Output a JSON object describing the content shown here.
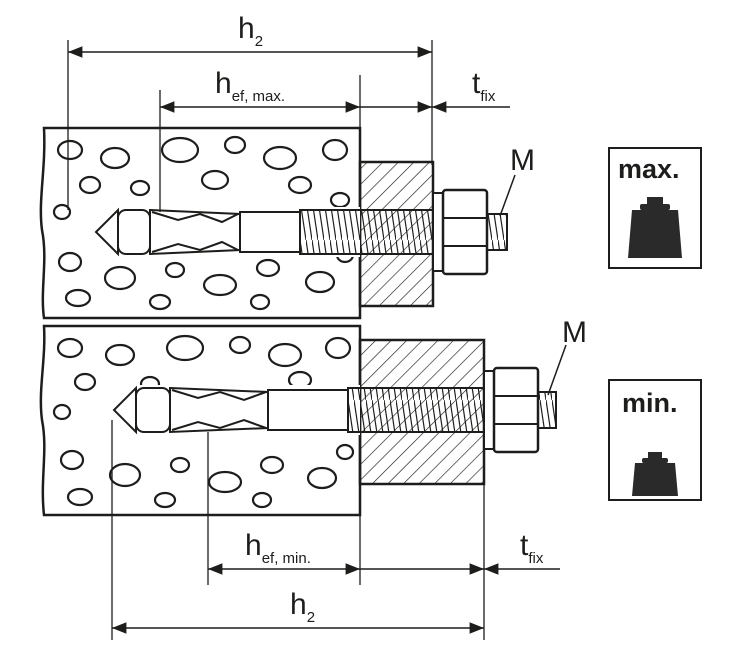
{
  "colors": {
    "ink": "#1d1d1b",
    "concrete": "#ffffff",
    "steel_dark": "#2a2a2a"
  },
  "top": {
    "h2_main": "h",
    "h2_sub": "2",
    "hef_main": "h",
    "hef_sub": "ef, max.",
    "tfix_main": "t",
    "tfix_sub": "fix",
    "m_label": "M",
    "badge": "max."
  },
  "bottom": {
    "h2_main": "h",
    "h2_sub": "2",
    "hef_main": "h",
    "hef_sub": "ef, min.",
    "tfix_main": "t",
    "tfix_sub": "fix",
    "m_label": "M",
    "badge": "min."
  },
  "icons": {
    "weight_large": "weight-icon",
    "weight_small": "weight-icon"
  }
}
